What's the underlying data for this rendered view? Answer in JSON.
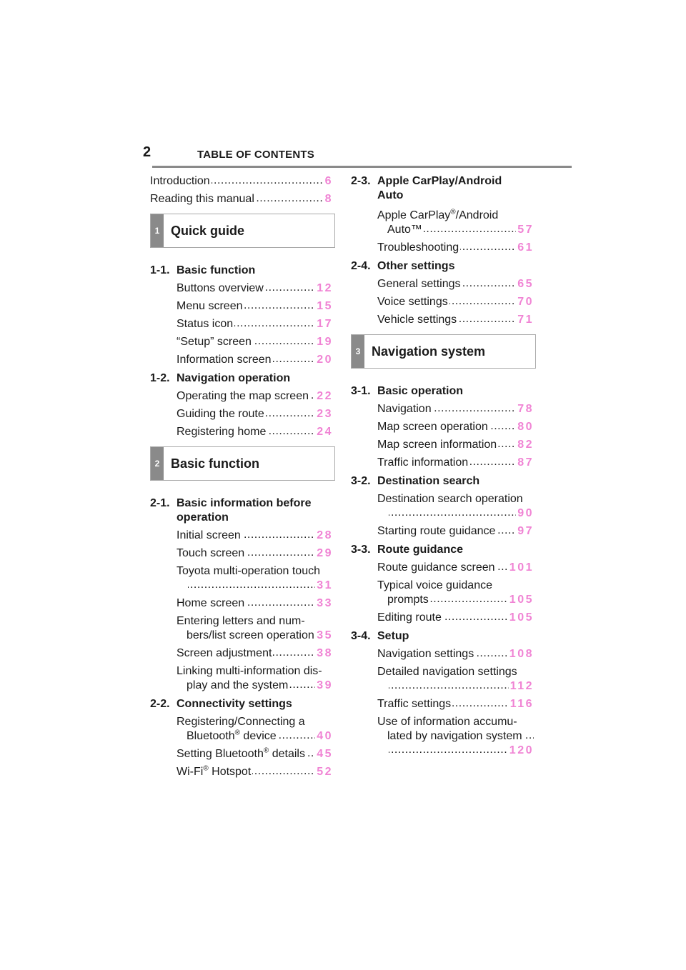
{
  "header": {
    "page_number": "2",
    "title": "TABLE OF CONTENTS"
  },
  "intro": [
    {
      "label": "Introduction",
      "page": "6"
    },
    {
      "label": "Reading this manual",
      "page": "8"
    }
  ],
  "ch1": {
    "tab": "1",
    "title": "Quick guide",
    "s11": {
      "num": "1-1.",
      "name": "Basic function",
      "items": [
        {
          "label": "Buttons overview",
          "page": "12"
        },
        {
          "label": "Menu screen",
          "page": "15"
        },
        {
          "label": "Status icon",
          "page": "17"
        },
        {
          "label": "“Setup” screen",
          "page": "19"
        },
        {
          "label": "Information screen",
          "page": "20"
        }
      ]
    },
    "s12": {
      "num": "1-2.",
      "name": "Navigation operation",
      "items": [
        {
          "label": "Operating the map screen",
          "page": "22"
        },
        {
          "label": "Guiding the route",
          "page": "23"
        },
        {
          "label": "Registering home",
          "page": "24"
        }
      ]
    }
  },
  "ch2": {
    "tab": "2",
    "title": "Basic function",
    "s21": {
      "num": "2-1.",
      "name": "Basic information before",
      "name2": "operation",
      "initial": {
        "label": "Initial screen",
        "page": "28"
      },
      "touch": {
        "label": "Touch screen",
        "page": "29"
      },
      "toyota": {
        "l1": "Toyota multi-operation touch",
        "page": "31"
      },
      "home": {
        "label": "Home screen",
        "page": "33"
      },
      "entering": {
        "l1": "Entering letters and num-",
        "l2": "bers/list screen operation",
        "page": "35"
      },
      "adjust": {
        "label": "Screen adjustment",
        "page": "38"
      },
      "linking": {
        "l1": "Linking multi-information dis-",
        "l2": "play and the system",
        "page": "39"
      }
    },
    "s22": {
      "num": "2-2.",
      "name": "Connectivity settings",
      "reg": {
        "l1": "Registering/Connecting a",
        "l2a": "Bluetooth",
        "sup": "®",
        "l2b": " device",
        "page": "40"
      },
      "btdet": {
        "la": "Setting Bluetooth",
        "sup": "®",
        "lb": " details",
        "page": "45"
      },
      "wifi": {
        "la": "Wi-Fi",
        "sup": "®",
        "lb": " Hotspot",
        "page": "52"
      }
    },
    "s23": {
      "num": "2-3.",
      "name": "Apple CarPlay/Android",
      "name2": "Auto",
      "carplay": {
        "l1a": "Apple CarPlay",
        "sup": "®",
        "l1b": "/Android",
        "l2": "Auto™",
        "page": "57"
      },
      "trouble": {
        "label": "Troubleshooting",
        "page": "61"
      }
    },
    "s24": {
      "num": "2-4.",
      "name": "Other settings",
      "items": [
        {
          "label": "General settings",
          "page": "65"
        },
        {
          "label": "Voice settings",
          "page": "70"
        },
        {
          "label": "Vehicle settings",
          "page": "71"
        }
      ]
    }
  },
  "ch3": {
    "tab": "3",
    "title": "Navigation system",
    "s31": {
      "num": "3-1.",
      "name": "Basic operation",
      "items": [
        {
          "label": "Navigation",
          "page": "78"
        },
        {
          "label": "Map screen operation",
          "page": "80"
        },
        {
          "label": "Map screen information",
          "page": "82"
        },
        {
          "label": "Traffic information",
          "page": "87"
        }
      ]
    },
    "s32": {
      "num": "3-2.",
      "name": "Destination search",
      "dest": {
        "l1": "Destination search operation",
        "page": "90"
      },
      "start": {
        "label": "Starting route guidance",
        "page": "97"
      }
    },
    "s33": {
      "num": "3-3.",
      "name": "Route guidance",
      "rgs": {
        "label": "Route guidance screen",
        "page": "101"
      },
      "typ": {
        "l1": "Typical voice guidance",
        "l2": "prompts",
        "page": "105"
      },
      "edit": {
        "label": "Editing route",
        "page": "105"
      }
    },
    "s34": {
      "num": "3-4.",
      "name": "Setup",
      "nav": {
        "label": "Navigation settings",
        "page": "108"
      },
      "det": {
        "l1": "Detailed navigation settings",
        "page": "112"
      },
      "traffic": {
        "label": "Traffic settings",
        "page": "116"
      },
      "use": {
        "l1": "Use of information accumu-",
        "l2": "lated by navigation system",
        "page": "120"
      }
    }
  }
}
